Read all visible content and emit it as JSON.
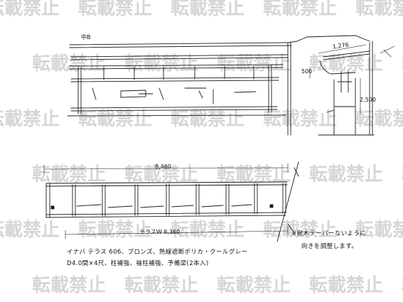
{
  "watermark": {
    "text": "転載禁止",
    "color": "#d6d6d6"
  },
  "elevation": {
    "label_top": "中B"
  },
  "section": {
    "dim_width": "1,276",
    "dim_height": "2,500",
    "dim_small": "500"
  },
  "plan": {
    "dim_overall": "8,460",
    "dim_terrace": "テラスW 8,360"
  },
  "notes": {
    "right": [
      "※樹木テーパーないように",
      "向きを調整します。"
    ],
    "spec_line1": "イナバ テラス 606、ブロンズ、熱線遮断ポリカ・クールグレー",
    "spec_line2": "D4.0間×4尺、柱補強、袖柱補強、予備梁(2本入)"
  },
  "colors": {
    "ink": "#1a1a1a",
    "watermark": "#d6d6d6"
  }
}
